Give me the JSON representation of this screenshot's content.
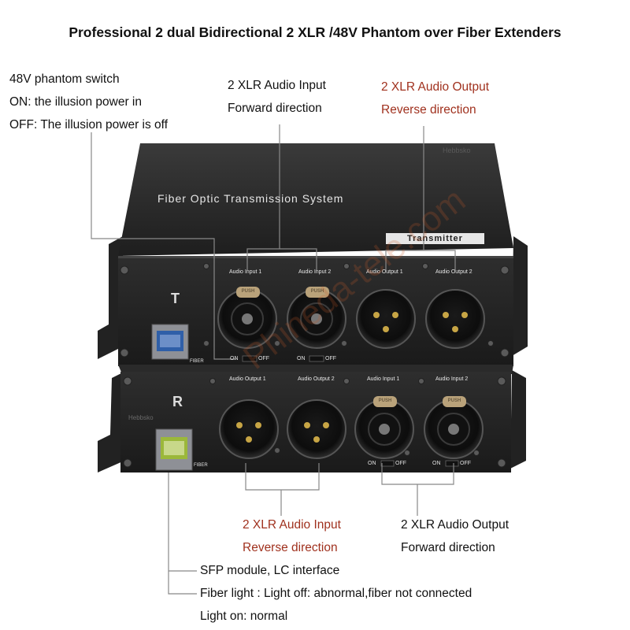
{
  "title": "Professional 2 dual Bidirectional 2 XLR /48V Phantom over Fiber Extenders",
  "callouts": {
    "phantom_1": "48V phantom switch",
    "phantom_2": "ON: the illusion power in",
    "phantom_3": "OFF: The illusion power is off",
    "tx_input_1": "2 XLR Audio Input",
    "tx_input_2": "Forward direction",
    "tx_output_1": "2 XLR Audio Output",
    "tx_output_2": "Reverse direction",
    "rx_input_1": "2 XLR Audio Input",
    "rx_input_2": "Reverse direction",
    "rx_output_1": "2 XLR Audio Output",
    "rx_output_2": "Forward direction",
    "sfp_1": "SFP module, LC interface",
    "sfp_2": "Fiber light : Light off: abnormal,fiber not connected",
    "sfp_3": "Light on: normal"
  },
  "transmitter": {
    "top_label": "Fiber Optic Transmission System",
    "badge": "Transmitter",
    "brand": "Hebbsko",
    "letter": "T",
    "ports": [
      "Audio Input 1",
      "Audio Input 2",
      "Audio Output 1",
      "Audio Output 2"
    ],
    "push": "PUSH",
    "switch_on": "ON",
    "switch_off": "OFF",
    "fiber": "FIBER"
  },
  "receiver": {
    "brand": "Hebbsko",
    "letter": "R",
    "ports": [
      "Audio Output 1",
      "Audio Output 2",
      "Audio Input 1",
      "Audio Input 2"
    ],
    "push": "PUSH",
    "switch_on": "ON",
    "switch_off": "OFF",
    "fiber": "FIBER"
  },
  "watermark": "Phineda-tele.com",
  "colors": {
    "callout_red": "#a0311e",
    "device_body": "#2b2b2b",
    "sfp_blue": "#2f5fa8",
    "sfp_green": "#9bb83a"
  }
}
